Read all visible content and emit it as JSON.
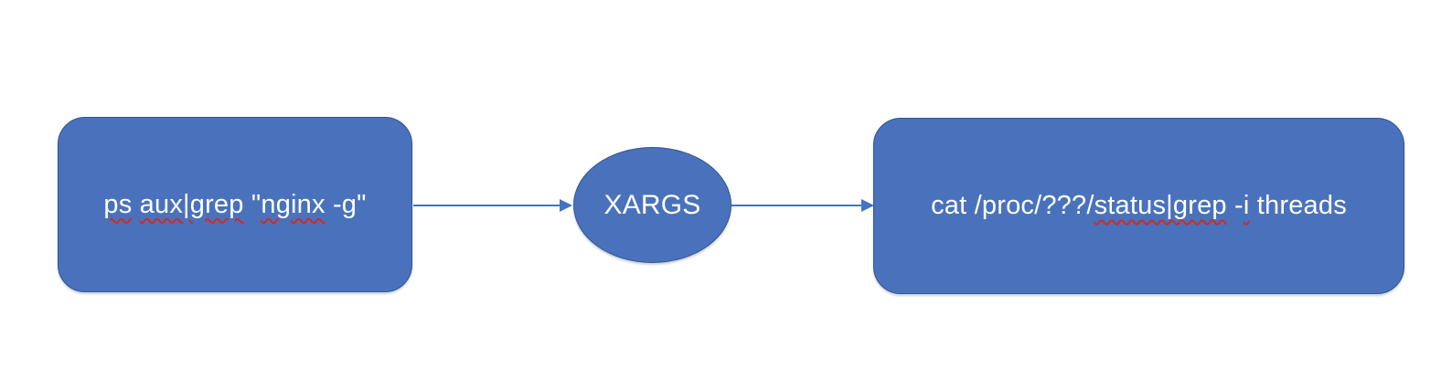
{
  "diagram": {
    "title": "xargs pipeline flowchart",
    "colors": {
      "background": "#ffffff",
      "shape_fill": "#4a72bc",
      "shape_border": "#2f5490",
      "arrow": "#4472c4",
      "text": "#ffffff",
      "spellcheck_underline": "#d02b20"
    },
    "nodes": {
      "left_box": {
        "type": "rounded-rectangle",
        "label": "ps aux|grep \"nginx -g\"",
        "segments": [
          {
            "text": "ps",
            "misspelled": true
          },
          {
            "text": " ",
            "misspelled": false
          },
          {
            "text": "aux|grep",
            "misspelled": true
          },
          {
            "text": " \"",
            "misspelled": false
          },
          {
            "text": "nginx",
            "misspelled": true
          },
          {
            "text": " -g\"",
            "misspelled": false
          }
        ]
      },
      "center_ellipse": {
        "type": "ellipse",
        "label": "XARGS"
      },
      "right_box": {
        "type": "rounded-rectangle",
        "label": "cat /proc/???/status|grep -i threads",
        "segments": [
          {
            "text": "cat /proc/???/",
            "misspelled": false
          },
          {
            "text": "status|grep",
            "misspelled": true
          },
          {
            "text": " -",
            "misspelled": false
          },
          {
            "text": "i",
            "misspelled": true
          },
          {
            "text": " threads",
            "misspelled": false
          }
        ]
      }
    },
    "connections": [
      {
        "from": "left_box",
        "to": "center_ellipse",
        "style": "straight-arrow"
      },
      {
        "from": "center_ellipse",
        "to": "right_box",
        "style": "straight-arrow"
      }
    ]
  }
}
